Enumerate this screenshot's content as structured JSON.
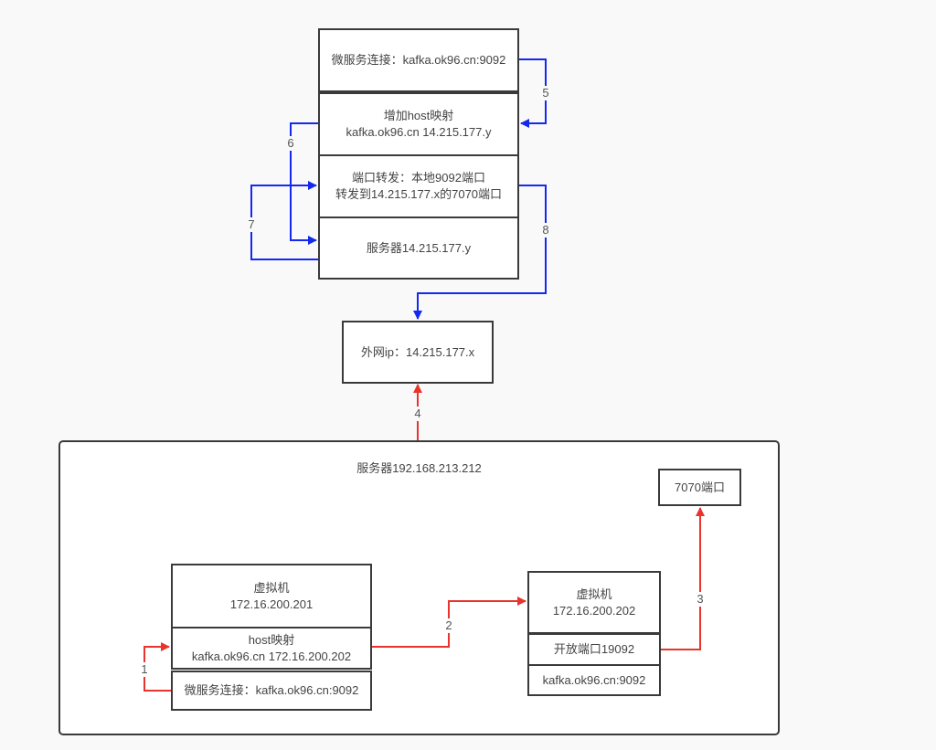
{
  "colors": {
    "blue_flow": "#1428f0",
    "red_flow": "#e8342c",
    "box_border": "#3a3a3a"
  },
  "top_stack": {
    "microservice": "微服务连接：kafka.ok96.cn:9092",
    "host_mapping": "增加host映射\nkafka.ok96.cn 14.215.177.y",
    "port_forward": "端口转发：本地9092端口\n转发到14.215.177.x的7070端口",
    "server": "服务器14.215.177.y"
  },
  "public_ip": "外网ip：14.215.177.x",
  "server_container": {
    "title": "服务器192.168.213.212",
    "port_7070": "7070端口",
    "vm1": {
      "title": "虚拟机\n172.16.200.201",
      "host_mapping": "host映射\nkafka.ok96.cn 172.16.200.202",
      "microservice": "微服务连接：kafka.ok96.cn:9092"
    },
    "vm2": {
      "title": "虚拟机\n172.16.200.202",
      "open_port": "开放端口19092",
      "kafka": "kafka.ok96.cn:9092"
    }
  },
  "steps": [
    "1",
    "2",
    "3",
    "4",
    "5",
    "6",
    "7",
    "8"
  ]
}
